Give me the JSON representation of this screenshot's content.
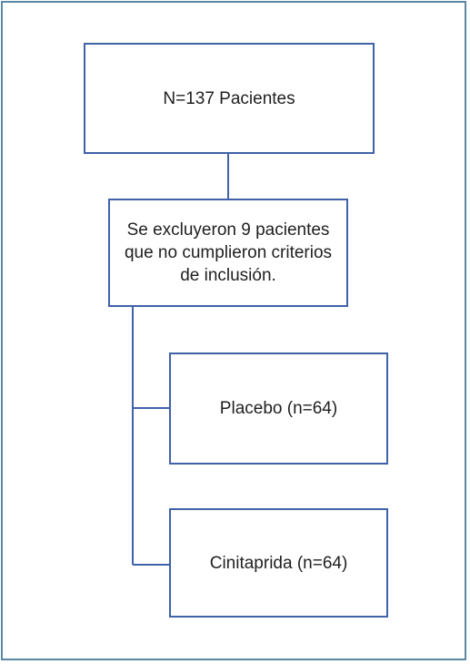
{
  "diagram": {
    "nodes": {
      "total": {
        "label": "N=137 Pacientes"
      },
      "excluded": {
        "label": "Se excluyeron 9 pacientes que no cumplieron criterios de inclusión."
      },
      "placebo": {
        "label": "Placebo (n=64)"
      },
      "cinitaprida": {
        "label": "Cinitaprida (n=64)"
      }
    },
    "edges": [
      {
        "from": "total",
        "to": "excluded"
      },
      {
        "from": "excluded",
        "to": "placebo"
      },
      {
        "from": "excluded",
        "to": "cinitaprida"
      }
    ],
    "colors": {
      "box_border": "#3f62a8",
      "frame_border": "#5b88a5",
      "text": "#1f1f1f"
    }
  }
}
